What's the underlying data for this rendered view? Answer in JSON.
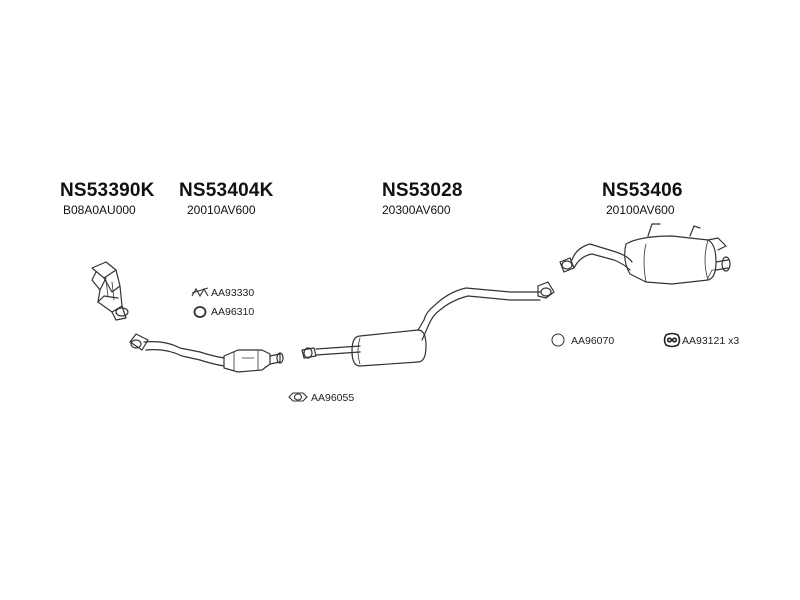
{
  "main_parts": [
    {
      "part_number": "NS53390K",
      "oe_number": "B08A0AU000",
      "icon": "catalytic-converter-manifold-icon"
    },
    {
      "part_number": "NS53404K",
      "oe_number": "20010AV600",
      "icon": "front-pipe-catalyst-icon"
    },
    {
      "part_number": "NS53028",
      "oe_number": "20300AV600",
      "icon": "middle-silencer-icon"
    },
    {
      "part_number": "NS53406",
      "oe_number": "20100AV600",
      "icon": "rear-silencer-icon"
    }
  ],
  "accessories": [
    {
      "code": "AA93330",
      "icon": "spring-clamp-icon"
    },
    {
      "code": "AA96310",
      "icon": "o-ring-gasket-icon"
    },
    {
      "code": "AA96055",
      "icon": "flange-gasket-icon"
    },
    {
      "code": "AA96070",
      "icon": "ring-gasket-icon"
    },
    {
      "code": "AA93121 x3",
      "icon": "rubber-hanger-icon"
    }
  ],
  "colors": {
    "line": "#333333",
    "text": "#111111"
  }
}
